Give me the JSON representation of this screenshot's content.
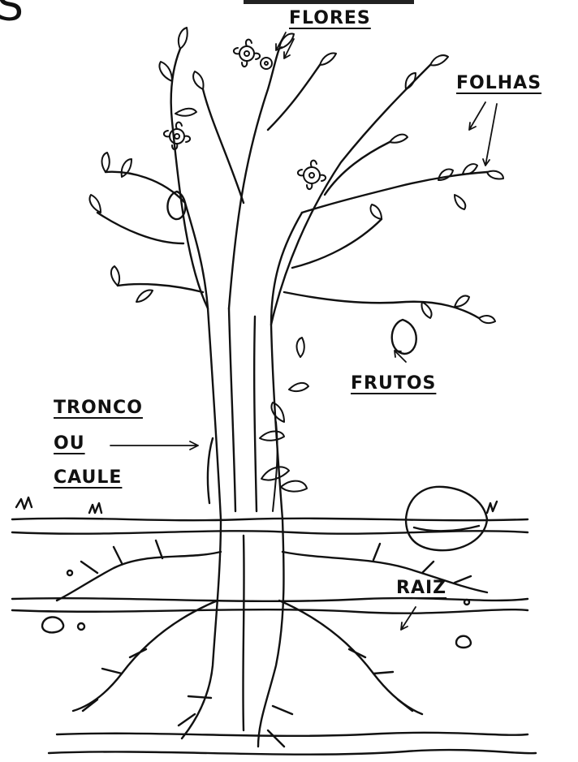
{
  "corner_fragment": "S",
  "labels": {
    "flores": "FLORES",
    "folhas": "FOLHAS",
    "frutos": "FRUTOS",
    "tronco_l1": "TRONCO",
    "tronco_l2": "OU",
    "tronco_l3": "CAULE",
    "raiz": "RAIZ"
  }
}
